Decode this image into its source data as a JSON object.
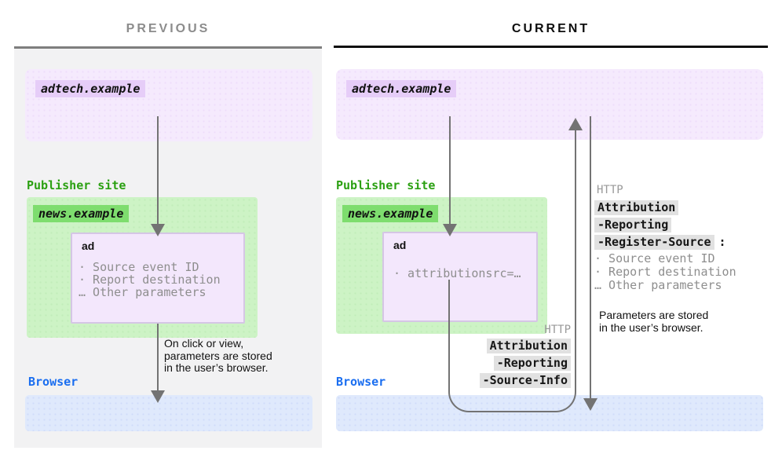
{
  "titles": {
    "previous": "PREVIOUS",
    "current": "CURRENT"
  },
  "previous": {
    "adtech_label": "adtech.example",
    "publisher_label": "Publisher site",
    "news_label": "news.example",
    "ad_title": "ad",
    "ad_items": [
      "· Source event ID",
      "· Report destination",
      "… Other parameters"
    ],
    "annotation_lines": [
      "On click or view,",
      "parameters are stored",
      "in the user’s browser."
    ],
    "browser_label": "Browser"
  },
  "current": {
    "adtech_label": "adtech.example",
    "publisher_label": "Publisher site",
    "news_label": "news.example",
    "ad_title": "ad",
    "ad_items": [
      "· attributionsrc=…"
    ],
    "register_block": {
      "http_label": "HTTP",
      "header_lines": [
        "Attribution",
        "-Reporting",
        "-Register-Source"
      ],
      "colon": ":",
      "items": [
        "· Source event ID",
        "· Report destination",
        "… Other parameters"
      ],
      "annotation_lines": [
        "Parameters are stored",
        "in the user’s browser."
      ]
    },
    "source_info_block": {
      "http_label": "HTTP",
      "header_lines": [
        "Attribution",
        "-Reporting",
        "-Source-Info"
      ]
    },
    "browser_label": "Browser"
  },
  "colors": {
    "panel_gray": "#f2f2f3",
    "panel_border_gray": "#7e7e7e",
    "current_border_black": "#0f0f0f",
    "purple_box": "#f5eafd",
    "purple_badge": "#e6cdf8",
    "ad_box_fill": "#f3e7fc",
    "ad_box_border": "#d5c6e5",
    "green_box": "#cdf3c5",
    "green_badge": "#7edd6e",
    "green_text": "#2ba012",
    "blue_box": "#dfe9fc",
    "blue_text": "#1a6ef0",
    "arrow_gray": "#737373",
    "muted_text_gray": "#8e8e8e",
    "http_gray": "#999999",
    "header_highlight": "#e1e1e1",
    "title_gray": "#8c8c8c"
  }
}
